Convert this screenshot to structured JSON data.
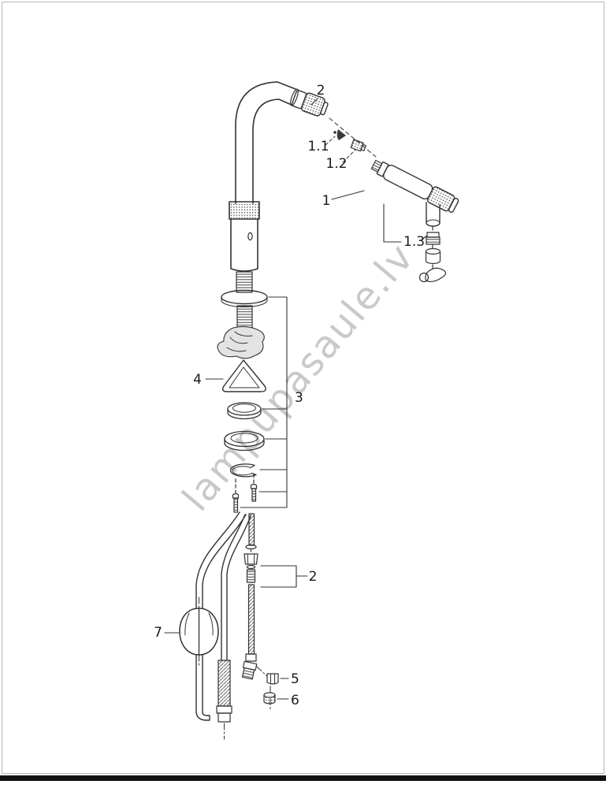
{
  "watermark": "lampupasaule.lv",
  "labels": {
    "spray_head": "2",
    "aerator": "1.1",
    "adapter": "1.2",
    "spray_arm": "1",
    "check_valve": "1.3",
    "mounting_wedge": "4",
    "fixing_set": "3",
    "hose_coupling": "2",
    "hose_weight": "7",
    "union_nut": "5",
    "seal_washer": "6"
  },
  "colors": {
    "line": "#333333",
    "watermark": "#c4c4c4"
  }
}
